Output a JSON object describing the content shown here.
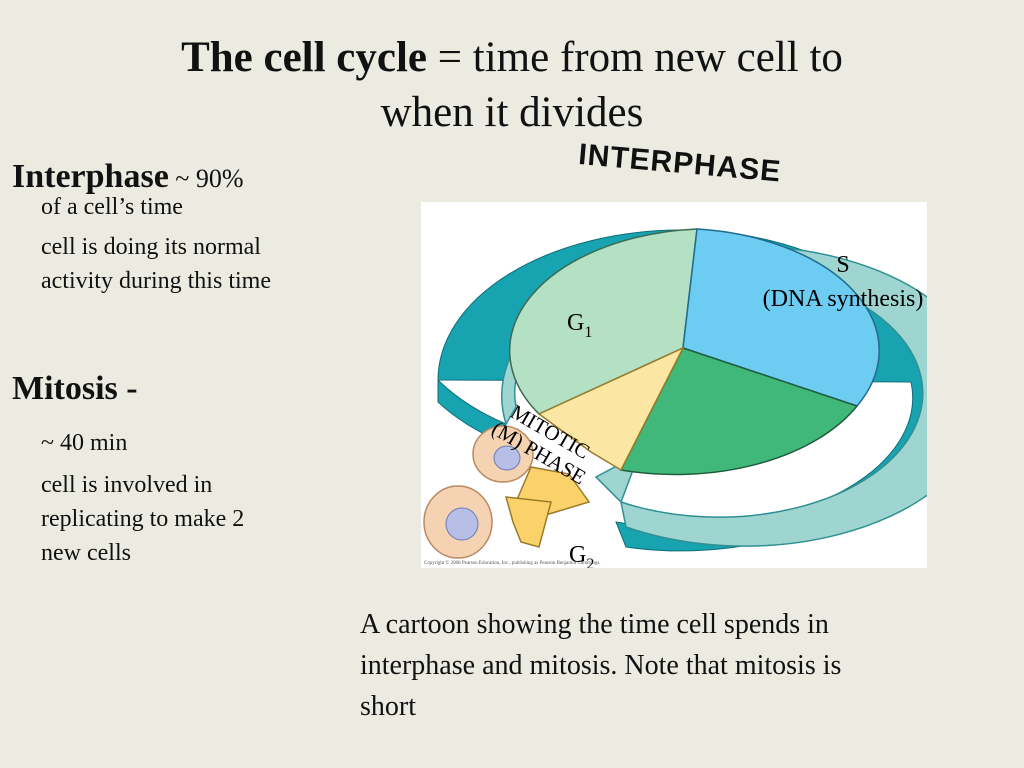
{
  "slide": {
    "title_bold": "The cell cycle",
    "title_rest_line1": " = time from new cell to",
    "title_line2": "when it divides"
  },
  "interphase": {
    "heading": "Interphase",
    "heading_tail": " ~ 90%",
    "line1": "of a cell’s time",
    "line2": "cell is doing its normal",
    "line3": "activity during this time"
  },
  "mitosis": {
    "heading": "Mitosis",
    "heading_tail": "  -",
    "line1": "~ 40 min",
    "line2": "cell is involved in",
    "line3": "replicating to make 2",
    "line4": "new cells"
  },
  "diagram": {
    "interphase_label": "INTERPHASE",
    "s_label": "S",
    "dna_label": "(DNA synthesis)",
    "g1": "G",
    "g1_sub": "1",
    "g2": "G",
    "g2_sub": "2",
    "mitotic_1": "MITOTIC",
    "mitotic_2": "(M) PHASE",
    "copyright": "Copyright © 2008 Pearson Education, Inc., publishing as Pearson Benjamin Cummings.",
    "colors": {
      "ring": "#9ed5d0",
      "ring_side": "#18a3b0",
      "g1": "#b4e0c4",
      "s": "#6dccf1",
      "g2": "#3fb87a",
      "mitotic": "#fbe7a3",
      "cell": "#f4d2b2"
    }
  },
  "caption": {
    "line1": "A cartoon showing the time cell spends in",
    "line2": "interphase and mitosis. Note that mitosis is",
    "line3": "short"
  }
}
